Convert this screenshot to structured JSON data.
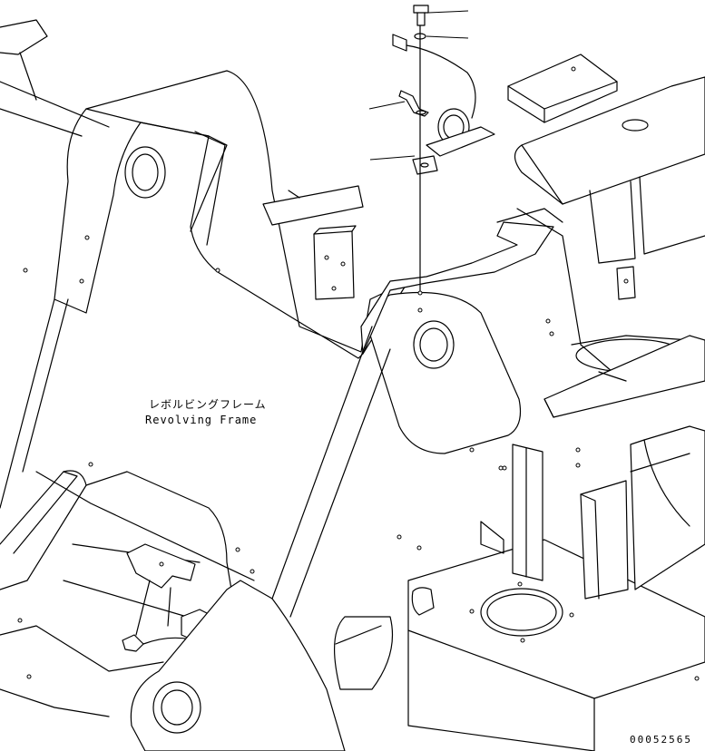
{
  "labels": {
    "part_name_jp": "レボルビングフレーム",
    "part_name_en": "Revolving Frame"
  },
  "drawing_number": "00052565"
}
